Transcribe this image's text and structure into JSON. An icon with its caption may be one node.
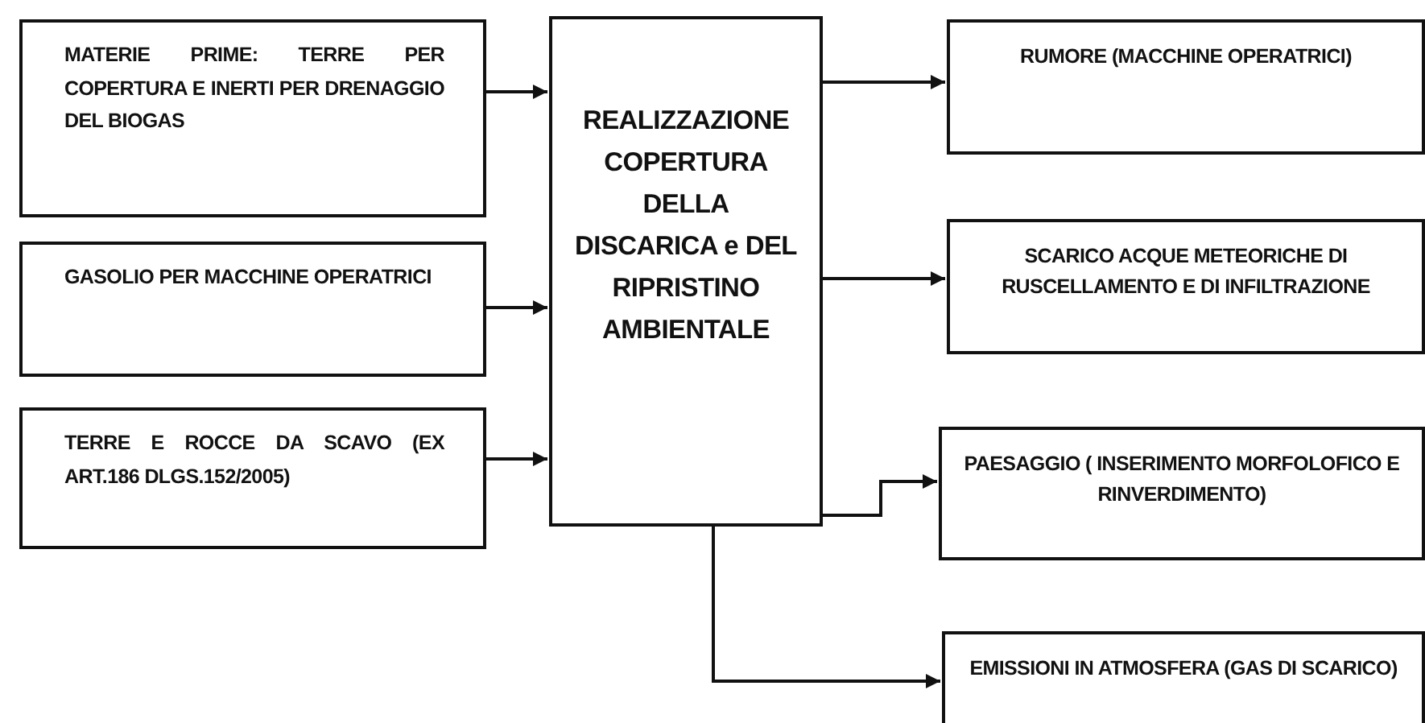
{
  "diagram": {
    "nodes": [
      {
        "text": [
          "MATERIE PRIME: TERRE PER COPERTURA E INERTI PER DRENAGGIO DEL BIOGAS"
        ]
      },
      {
        "text": [
          "GASOLIO PER MACCHINE OPERATRICI"
        ]
      },
      {
        "text": [
          "TERRE E ROCCE DA SCAVO (EX ART.186 DLGS.152/2005)"
        ]
      },
      {
        "text": [
          "REALIZZAZIONE COPERTURA DELLA DISCARICA e DEL RIPRISTINO AMBIENTALE"
        ]
      },
      {
        "text": [
          "RUMORE (MACCHINE OPERATRICI)"
        ]
      },
      {
        "text": [
          "SCARICO ACQUE METEORICHE DI RUSCELLAMENTO E DI INFILTRAZIONE"
        ]
      },
      {
        "text": [
          "PAESAGGIO ( INSERIMENTO MORFOLOFICO E RINVERDIMENTO)"
        ]
      },
      {
        "text": [
          "EMISSIONI IN ATMOSFERA (GAS DI SCARICO)"
        ]
      }
    ],
    "edges": [
      {
        "from": 0,
        "to": 3,
        "arrow": "to"
      },
      {
        "from": 1,
        "to": 3,
        "arrow": "to"
      },
      {
        "from": 2,
        "to": 3,
        "arrow": "to"
      },
      {
        "from": 3,
        "to": 4,
        "arrow": "to"
      },
      {
        "from": 3,
        "to": 5,
        "arrow": "to"
      },
      {
        "from": 3,
        "to": 6,
        "arrow": "to"
      },
      {
        "from": 3,
        "to": 7,
        "arrow": "to"
      }
    ]
  }
}
